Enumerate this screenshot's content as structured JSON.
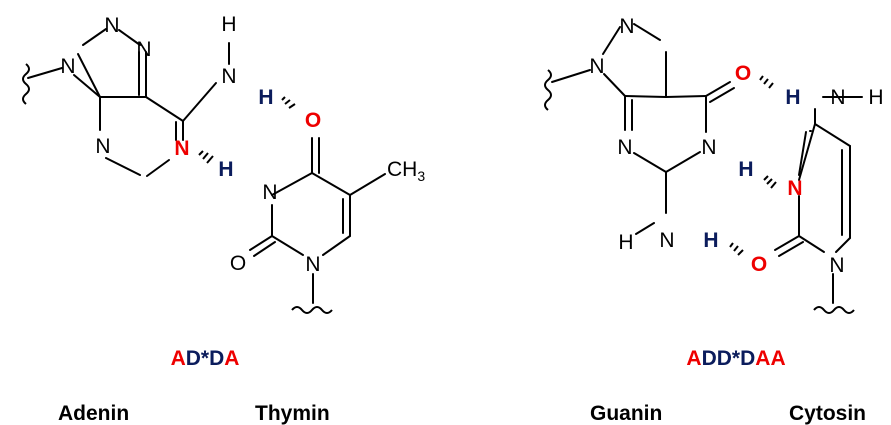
{
  "colors": {
    "donor": "#0b1c5c",
    "acceptor": "#ee0000",
    "text": "#000000"
  },
  "atoms": {
    "N": "N",
    "H": "H",
    "O": "O",
    "CH3": "CH",
    "sub3": "3"
  },
  "pairs": {
    "at": {
      "code": [
        "A",
        "D",
        "*",
        "D",
        "A"
      ],
      "left_name": "Adenin",
      "right_name": "Thymin"
    },
    "gc": {
      "code": [
        "A",
        "D",
        "D",
        "*",
        "D",
        "A",
        "A"
      ],
      "left_name": "Guanin",
      "right_name": "Cytosin"
    }
  }
}
